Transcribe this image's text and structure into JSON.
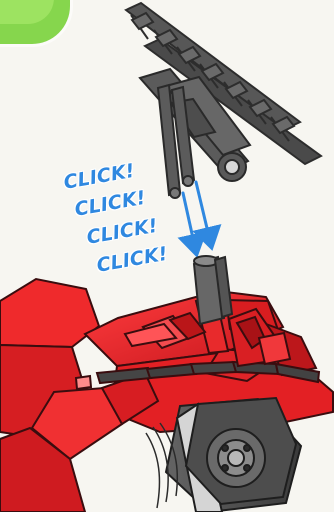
{
  "instruction": {
    "callouts": [
      "CLICK!",
      "CLICK!",
      "CLICK!",
      "CLICK!"
    ]
  },
  "illustration": {
    "subject": "fire-truck-ladder-assembly",
    "colors": {
      "truck_red": "#e51f26",
      "truck_dark_red": "#b3141a",
      "ladder_gray": "#4f4f4f",
      "tire_gray": "#4a4a4a",
      "callout_blue": "#2f88e0",
      "corner_green": "#86d64d"
    }
  }
}
